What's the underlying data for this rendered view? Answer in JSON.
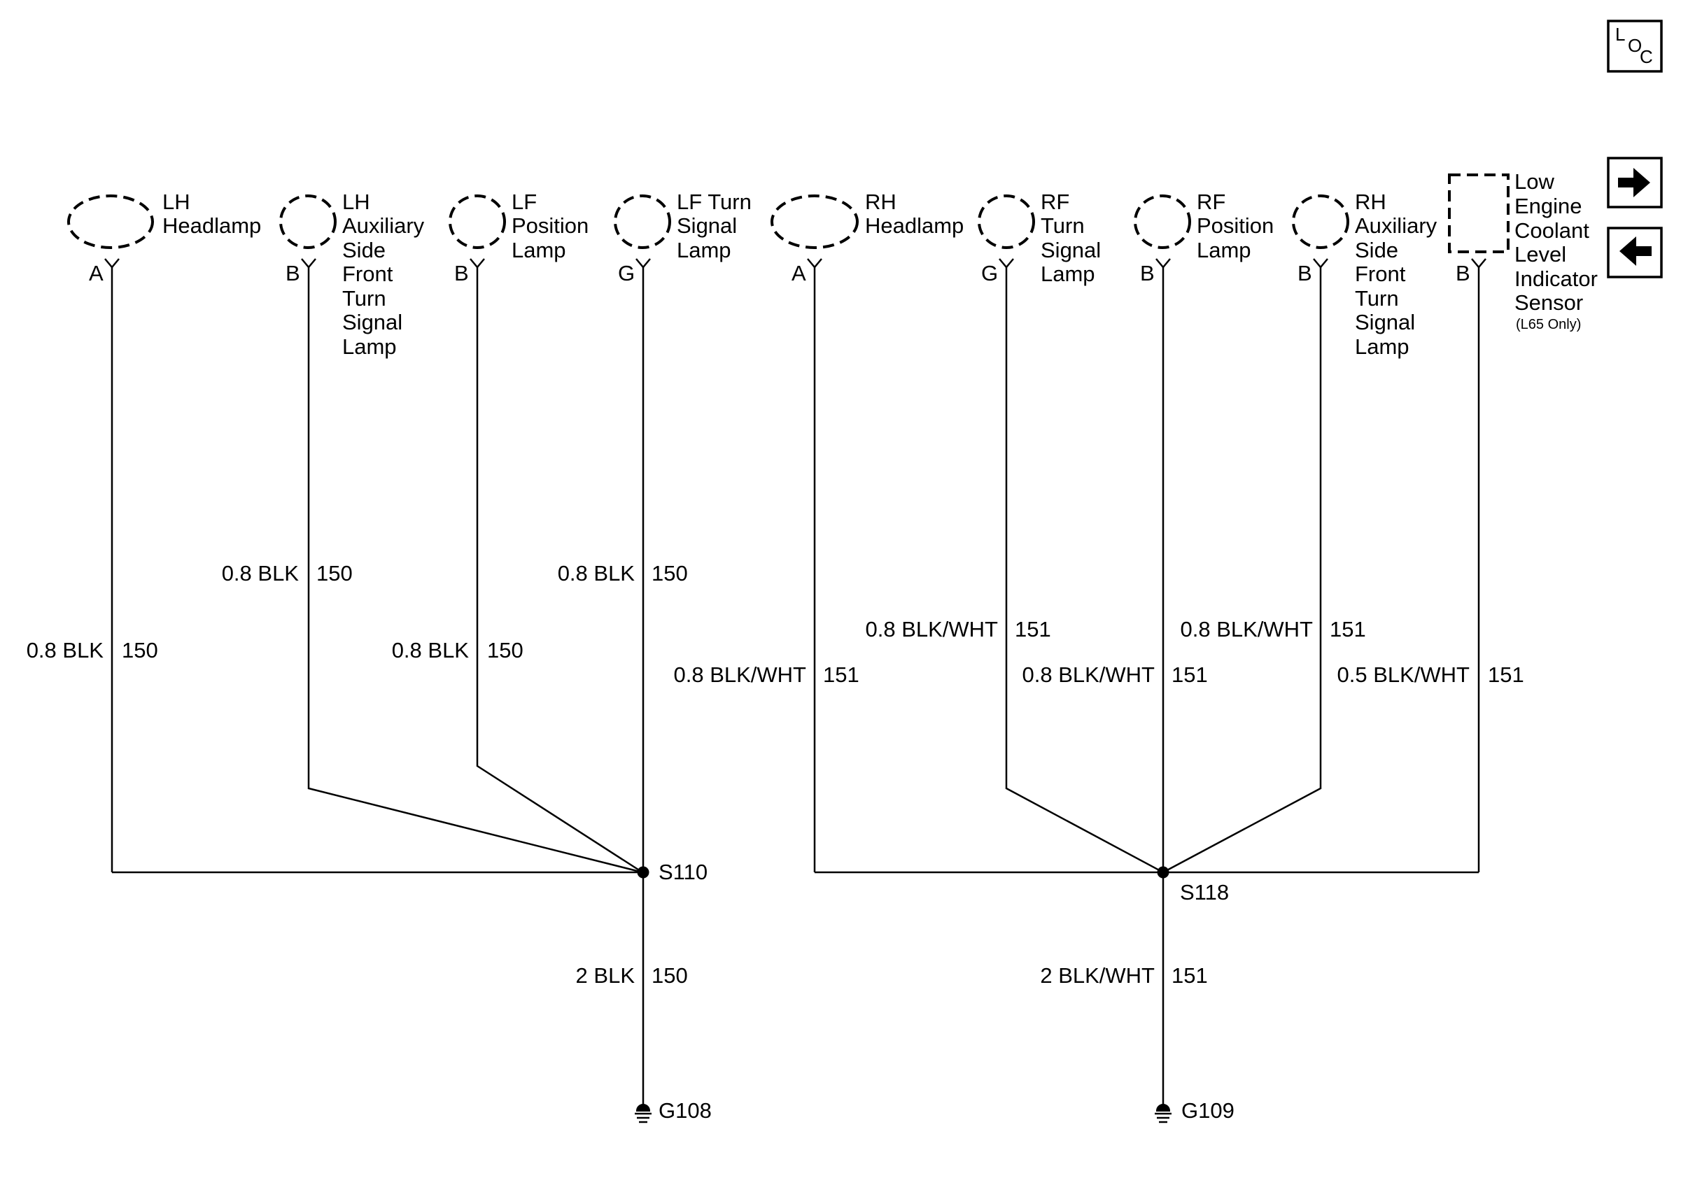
{
  "nav": {
    "loc_letters": [
      "L",
      "O",
      "C"
    ],
    "next_icon": "right-arrow-icon",
    "prev_icon": "left-arrow-icon"
  },
  "components": {
    "lh_headlamp": {
      "lines": [
        "LH",
        "Headlamp"
      ],
      "pin": "A"
    },
    "lh_aux": {
      "lines": [
        "LH",
        "Auxiliary",
        "Side",
        "Front",
        "Turn",
        "Signal",
        "Lamp"
      ],
      "pin": "B"
    },
    "lf_position": {
      "lines": [
        "LF",
        "Position",
        "Lamp"
      ],
      "pin": "B"
    },
    "lf_turn": {
      "lines": [
        "LF Turn",
        "Signal",
        "Lamp"
      ],
      "pin": "G"
    },
    "rh_headlamp": {
      "lines": [
        "RH",
        "Headlamp"
      ],
      "pin": "A"
    },
    "rf_turn": {
      "lines": [
        "RF",
        "Turn",
        "Signal",
        "Lamp"
      ],
      "pin": "G"
    },
    "rf_position": {
      "lines": [
        "RF",
        "Position",
        "Lamp"
      ],
      "pin": "B"
    },
    "rh_aux": {
      "lines": [
        "RH",
        "Auxiliary",
        "Side",
        "Front",
        "Turn",
        "Signal",
        "Lamp"
      ],
      "pin": "B"
    },
    "coolant_sensor": {
      "lines": [
        "Low",
        "Engine",
        "Coolant",
        "Level",
        "Indicator",
        "Sensor"
      ],
      "note": "(L65 Only)",
      "pin": "B"
    }
  },
  "wires": {
    "lh_headlamp": {
      "spec": "0.8 BLK",
      "circuit": "150"
    },
    "lh_aux": {
      "spec": "0.8 BLK",
      "circuit": "150"
    },
    "lf_position": {
      "spec": "0.8 BLK",
      "circuit": "150"
    },
    "lf_turn": {
      "spec": "0.8 BLK",
      "circuit": "150"
    },
    "rh_headlamp": {
      "spec": "0.8 BLK/WHT",
      "circuit": "151"
    },
    "rf_turn_upper": {
      "spec": "0.8 BLK/WHT",
      "circuit": "151"
    },
    "rf_turn_lower": {
      "spec": "0.8 BLK/WHT",
      "circuit": "151"
    },
    "rf_position": {
      "spec": "0.8 BLK/WHT",
      "circuit": "151"
    },
    "coolant": {
      "spec": "0.5 BLK/WHT",
      "circuit": "151"
    },
    "left_ground": {
      "spec": "2 BLK",
      "circuit": "150"
    },
    "right_ground": {
      "spec": "2 BLK/WHT",
      "circuit": "151"
    }
  },
  "splices": {
    "left": "S110",
    "right": "S118"
  },
  "grounds": {
    "left": "G108",
    "right": "G109"
  }
}
